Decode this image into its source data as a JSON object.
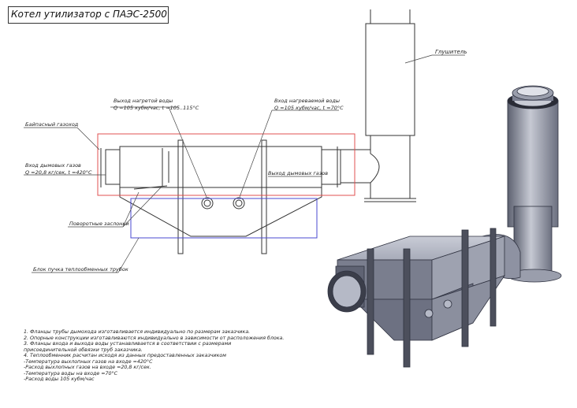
{
  "title": "Котел утилизатор с ПАЭС-2500",
  "labels": {
    "muffler": "Глушитель",
    "hot_water_out": "Выход нагретой воды",
    "hot_water_out_params": "Q =105 кубм/час, t =105..115°С",
    "water_in": "Вход нагреваемой воды",
    "water_in_params": "Q =105 кубм/час, t =70°С",
    "bypass_flue": "Байпасный газоход",
    "flue_in": "Вход дымовых газов",
    "flue_in_params": "Q =20,8 кг/сек, t =420°С",
    "flue_out": "Выход дымовых газов",
    "rotary_dampers": "Поворотные заслонки",
    "tube_bundle": "Блок пучка теплообменных трубок"
  },
  "notes": [
    "1.      Фланцы трубы дымохода изготавливается индивидуально по размерам заказчика.",
    "2.      Опорные конструкции изготавливаются индивидуально в зависимости от расположения блока.",
    "3.      Фланцы входа и выхода воды устанавливается в соответствии с размерами",
    "присоединительной обвязки труб заказчика.",
    "4.      Теплообменник расчитан исходя из данных предоставленных заказчиком",
    "-Температура выхлопных газов на входе =420°С",
    "-Расход выхлопных газов на входе =20,8 кг/сек.",
    "-Температура воды на входе =70°С",
    "-Расход воды 105 кубм/час"
  ],
  "colors": {
    "bypass_outline": "#e05050",
    "bundle_outline": "#4a4ad0",
    "line": "#333333",
    "metal_light": "#b9bcc8",
    "metal_mid": "#8e92a2",
    "metal_dark": "#5d6170"
  }
}
